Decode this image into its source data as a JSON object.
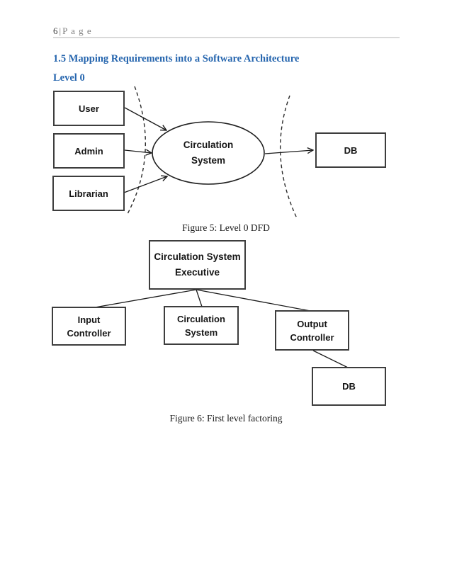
{
  "header": {
    "page_number": "6",
    "separator": "|",
    "label": "P a g e"
  },
  "headings": {
    "section": "1.5 Mapping Requirements into a Software Architecture",
    "level": "Level 0"
  },
  "figure5": {
    "caption": "Figure 5: Level 0 DFD",
    "entities": {
      "user": "User",
      "admin": "Admin",
      "librarian": "Librarian"
    },
    "process": {
      "line1": "Circulation",
      "line2": "System"
    },
    "datastore": "DB"
  },
  "figure6": {
    "caption": "Figure 6: First level factoring",
    "executive": {
      "line1": "Circulation System",
      "line2": "Executive"
    },
    "input": {
      "line1": "Input",
      "line2": "Controller"
    },
    "circulation": {
      "line1": "Circulation",
      "line2": "System"
    },
    "output": {
      "line1": "Output",
      "line2": "Controller"
    },
    "db": "DB"
  },
  "colors": {
    "heading_blue": "#2565AE",
    "header_text_gray": "#7f7f7f",
    "rule_gray": "#d9d9d9",
    "box_border": "#3d3d3d",
    "line_color": "#1a1a1a"
  }
}
